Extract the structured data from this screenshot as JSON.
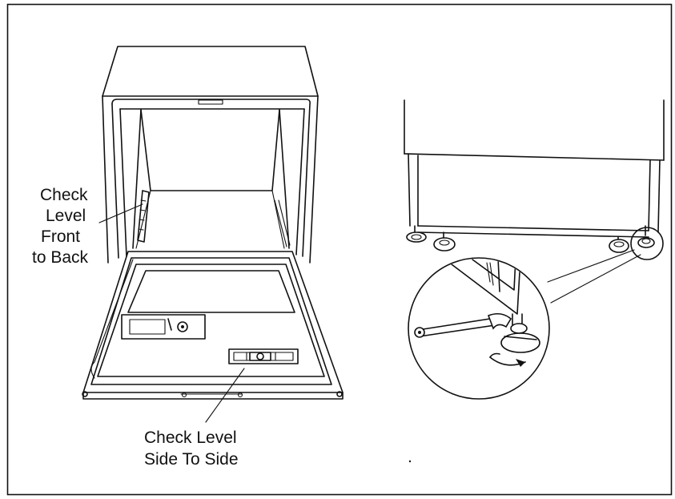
{
  "labels": {
    "front_to_back": [
      "Check",
      "Level",
      "Front",
      "to Back"
    ],
    "side_to_side": [
      "Check Level",
      "Side To Side"
    ]
  },
  "icons": {
    "left_figure": "dishwasher-open-door",
    "right_figure": "leveling-legs-with-wrench"
  }
}
